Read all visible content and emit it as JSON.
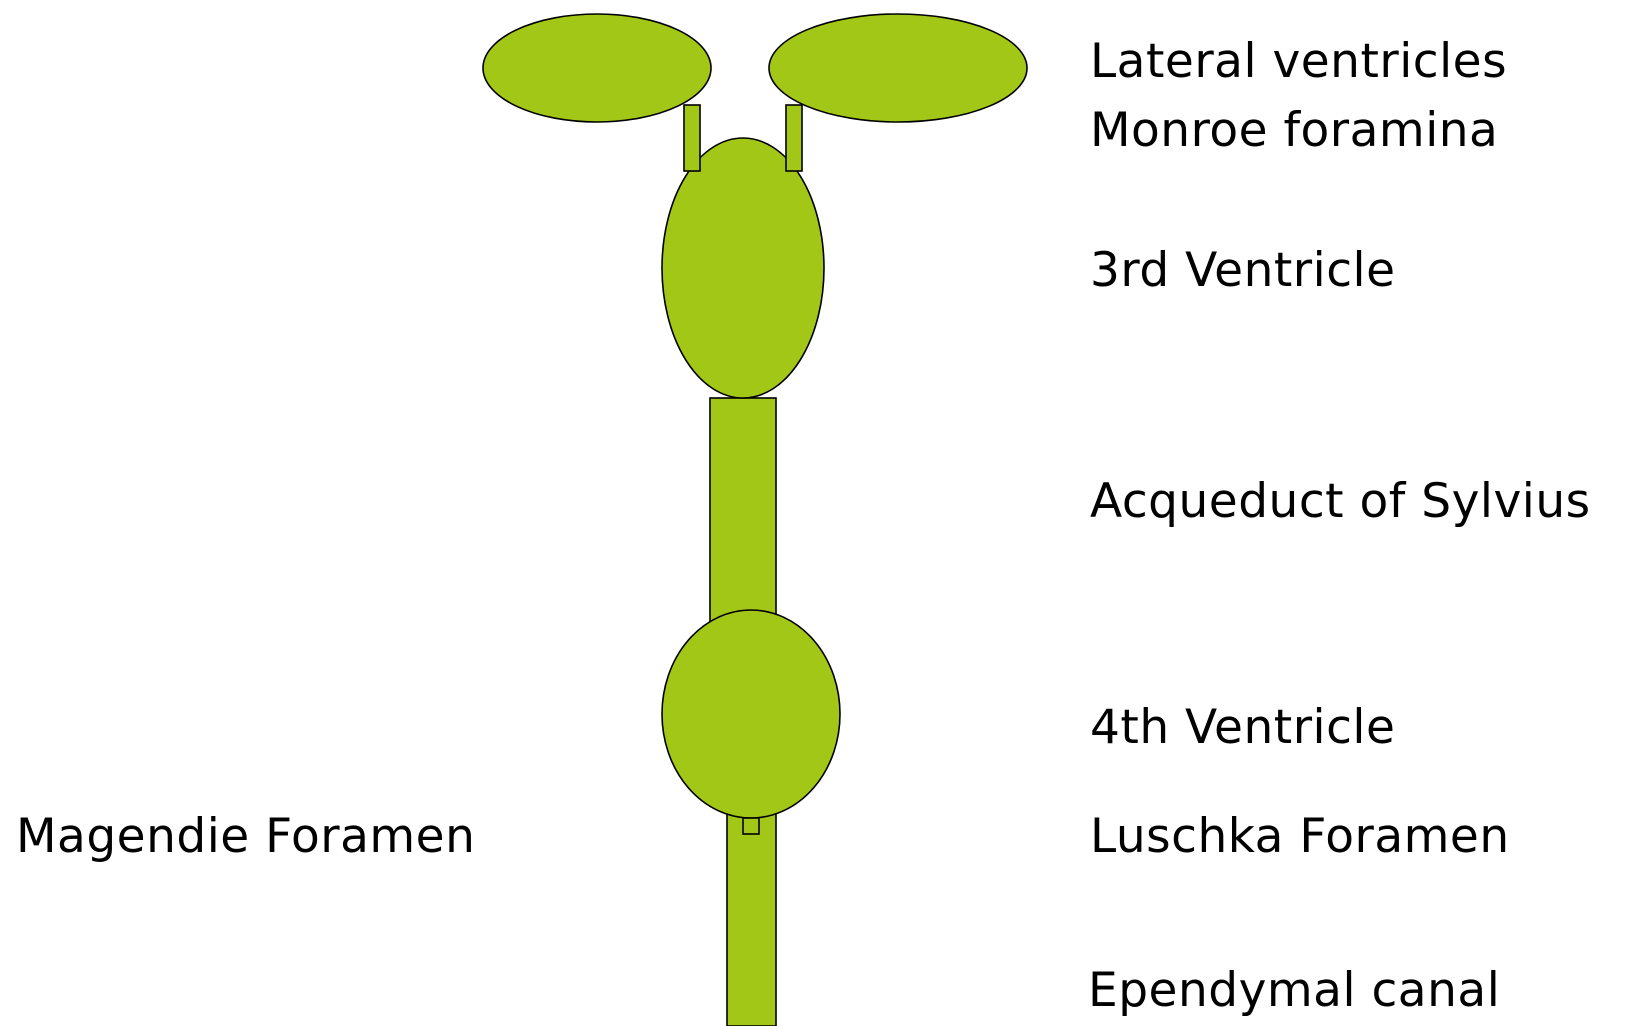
{
  "colors": {
    "fill": "#a3c717",
    "stroke": "#000000",
    "text": "#000000",
    "background": "#ffffff"
  },
  "labels": {
    "lateral_ventricles": "Lateral ventricles",
    "monroe_foramina": "Monroe foramina",
    "third_ventricle": "3rd Ventricle",
    "aqueduct": "Acqueduct of Sylvius",
    "fourth_ventricle": "4th Ventricle",
    "luschka_foramen": "Luschka Foramen",
    "magendie_foramen": "Magendie Foramen",
    "ependymal_canal": "Ependymal canal"
  }
}
